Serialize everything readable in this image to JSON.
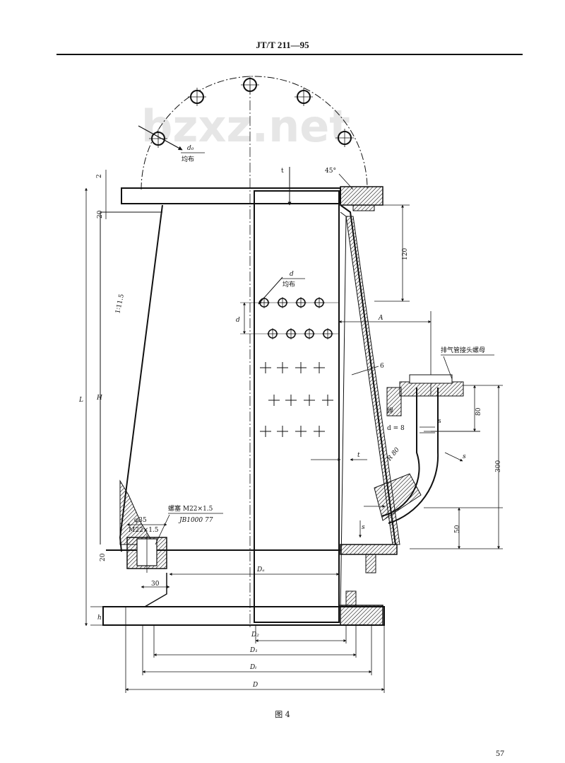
{
  "header": {
    "standard_code": "JT/T 211—95"
  },
  "watermark": "bzxz.net",
  "figure": {
    "caption": "图  4"
  },
  "page_number": "57",
  "labels": {
    "bolt_hole_dia": "d₀",
    "uniform_top": "均布",
    "hole_dia": "d",
    "uniform_mid": "均布",
    "hole_pitch": "d",
    "angle_45": "45°",
    "taper": "1∶11.5",
    "dim_L": "L",
    "dim_H": "H",
    "dim_A": "A",
    "dim_2": "2",
    "dim_20_top": "20",
    "dim_120": "120",
    "dim_20_bottom": "20",
    "dim_30": "30",
    "dim_h": "h",
    "dim_80": "80",
    "dim_300": "300",
    "dim_50": "50",
    "dim_s": "s",
    "dim_t": "t",
    "dim_R80": "R 80",
    "dim_d_eq_8": "d = 8",
    "weld_seam": "焊",
    "part_6": "6",
    "exhaust_note": "排气管接头螺母",
    "plug_note": "螺塞 M22×1.5",
    "plug_std": "JB1000    77",
    "phi35": "φ35",
    "m22": "M22×1.5",
    "D_a": "Dₐ",
    "D_2": "D₂",
    "D_1": "D₁",
    "D_t": "Dₜ",
    "D": "D"
  }
}
